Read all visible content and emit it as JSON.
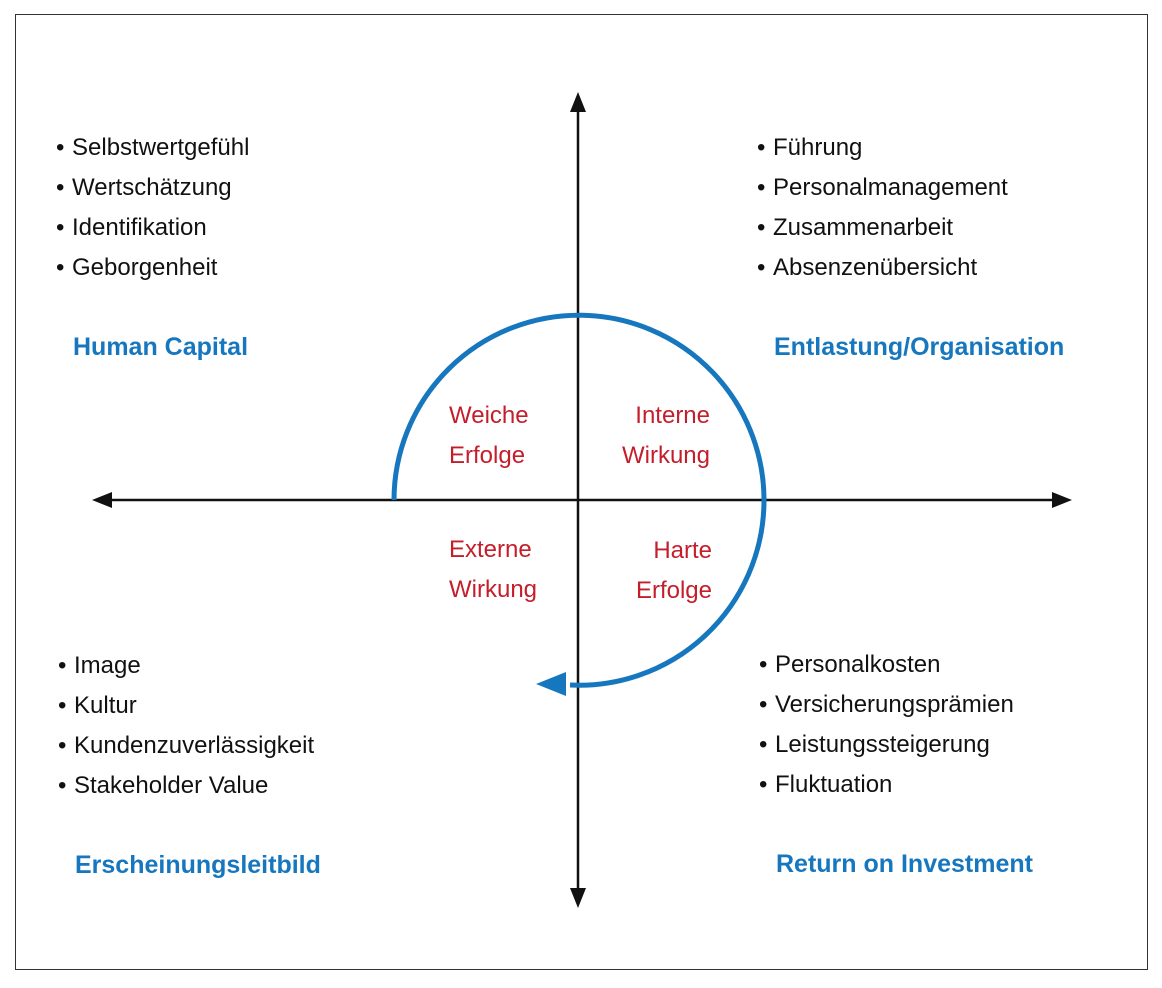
{
  "colors": {
    "axis": "#111111",
    "cycle": "#1677BE",
    "title": "#1677BE",
    "inner_label": "#C41E2B",
    "frame": "#333333"
  },
  "quadrants": {
    "top_left": {
      "title": "Human Capital",
      "items": [
        "Selbstwertgefühl",
        "Wertschätzung",
        "Identifikation",
        "Geborgenheit"
      ]
    },
    "top_right": {
      "title": "Entlastung/Organisation",
      "items": [
        "Führung",
        "Personalmanagement",
        "Zusammenarbeit",
        "Absenzenübersicht"
      ]
    },
    "bottom_left": {
      "title": "Erscheinungsleitbild",
      "items": [
        "Image",
        "Kultur",
        "Kundenzuverlässigkeit",
        "Stakeholder Value"
      ]
    },
    "bottom_right": {
      "title": "Return on Investment",
      "items": [
        "Personalkosten",
        "Versicherungsprämien",
        "Leistungssteigerung",
        "Fluktuation"
      ]
    }
  },
  "inner_labels": {
    "top_left": [
      "Weiche",
      "Erfolge"
    ],
    "top_right": [
      "Interne",
      "Wirkung"
    ],
    "bottom_left": [
      "Externe",
      "Wirkung"
    ],
    "bottom_right": [
      "Harte",
      "Erfolge"
    ]
  }
}
